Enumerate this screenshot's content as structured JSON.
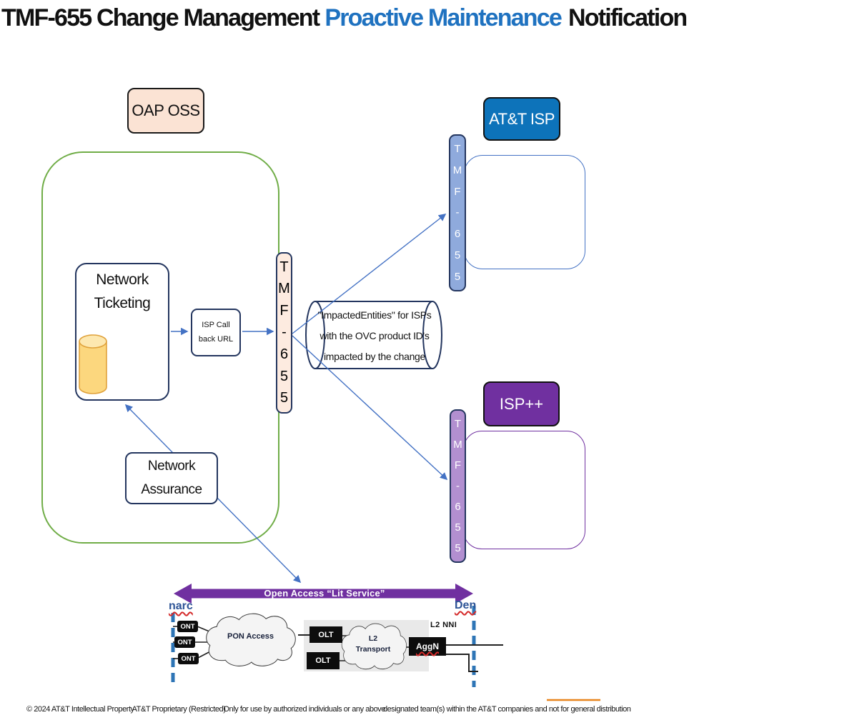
{
  "title": {
    "black1": "TMF-655 Change Management",
    "blue": "Proactive Maintenance",
    "black2": "Notification"
  },
  "boxes": {
    "oap_oss": "OAP OSS",
    "att_isp": "AT&T ISP",
    "isp_plus": "ISP++",
    "network_ticketing": {
      "line1": "Network",
      "line2": "Ticketing"
    },
    "network_assurance": {
      "line1": "Network",
      "line2": "Assurance"
    },
    "isp_callback": {
      "line1": "ISP Call",
      "line2": "back URL"
    }
  },
  "tmf": {
    "letters": [
      "T",
      "M",
      "F",
      "-",
      "6",
      "5",
      "5"
    ]
  },
  "cylinder_note": {
    "line1": "\"ImpactedEntities\" for ISPs",
    "line2": "with the OVC product ID's",
    "line3": "impacted by the change"
  },
  "bottom_diagram": {
    "open_access": "Open Access “Lit Service”",
    "demarc_left": "narc",
    "demarc_right": "Den",
    "ont": "ONT",
    "olt": "OLT",
    "aggn": "AggN",
    "l2_nni": "L2 NNI",
    "pon_access": "PON Access",
    "l2_transport_line1": "L2",
    "l2_transport_line2": "Transport"
  },
  "footer": {
    "copyright": "© 2024 AT&T Intellectual Property",
    "proprietary": "AT&T Proprietary (Restricted)",
    "usage": "Only for use by authorized individuals or any above",
    "designated": "designated team(s) within the AT&T companies and not for general distribution"
  },
  "colors": {
    "title_blue": "#1f72c0",
    "att_blue": "#0d73ba",
    "purple": "#7030a0",
    "green_border": "#70ad47",
    "peach": "#fbe3d4",
    "periwinkle_bar": "#8faadc",
    "lavender_bar": "#b28fd0",
    "navy_border": "#24365f",
    "arrow_blue": "#4472c4",
    "dashed_blue": "#2e75b6",
    "demarc_blue": "#2e5597",
    "orange_line": "#e8851d",
    "cylinder_yellow": "#fcd77e"
  }
}
